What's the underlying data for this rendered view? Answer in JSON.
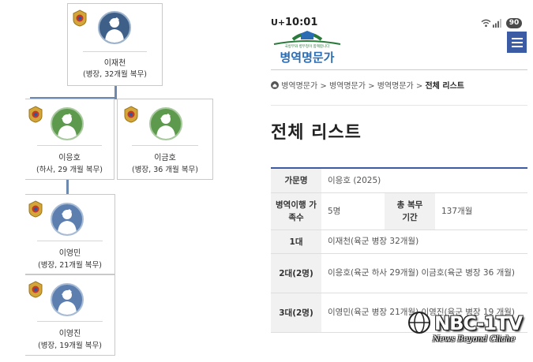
{
  "tree": {
    "members": [
      {
        "name": "이재천",
        "desc": "(병장, 32개월 복무)",
        "color": "#3e5f88"
      },
      {
        "name": "이응호",
        "desc": "(하사, 29 개월 복무)",
        "color": "#5e9a4e"
      },
      {
        "name": "이금호",
        "desc": "(병장, 36 개월 복무)",
        "color": "#5e9a4e"
      },
      {
        "name": "이영민",
        "desc": "(병장, 21개월 복무)",
        "color": "#5d7fb0"
      },
      {
        "name": "이영진",
        "desc": "(병장, 19개월 복무)",
        "color": "#5d7fb0"
      }
    ],
    "icons": [
      "soldier-salute-icon",
      "emblem-icon"
    ]
  },
  "status_bar": {
    "time": "10:01",
    "carrier": "U+",
    "battery": "90",
    "icons": [
      "wifi-icon",
      "signal-icon"
    ]
  },
  "header": {
    "logo_text": "병역명문가",
    "logo_small": "국방부와 병무청이 함께합니다"
  },
  "breadcrumb": {
    "items": [
      "병역명문가",
      "병역명문가",
      "병역명문가"
    ],
    "current": "전체 리스트",
    "separator": ">"
  },
  "page_title": "전체 리스트",
  "table": {
    "family_label": "가문명",
    "family_value": "이응호 (2025)",
    "count_label": "병역이행 가족수",
    "count_value": "5명",
    "period_label": "총 복무 기간",
    "period_value": "137개월",
    "gen1_label": "1대",
    "gen1_value": "이재천(육군 병장 32개월)",
    "gen2_label": "2대(2명)",
    "gen2_value": "이응호(육군 하사 29개월) 이금호(육군 병장 36 개월)",
    "gen3_label": "3대(2명)",
    "gen3_value": "이영민(육군 병장 21개월) 이영진(육군 병장 19 개월)"
  },
  "watermark": {
    "brand": "NBC-1TV",
    "tagline": "News Beyond Cliche"
  },
  "colors": {
    "menu": "#3b5ba4",
    "connector": "#6d89b0",
    "header_cell": "#f1f1f1"
  }
}
